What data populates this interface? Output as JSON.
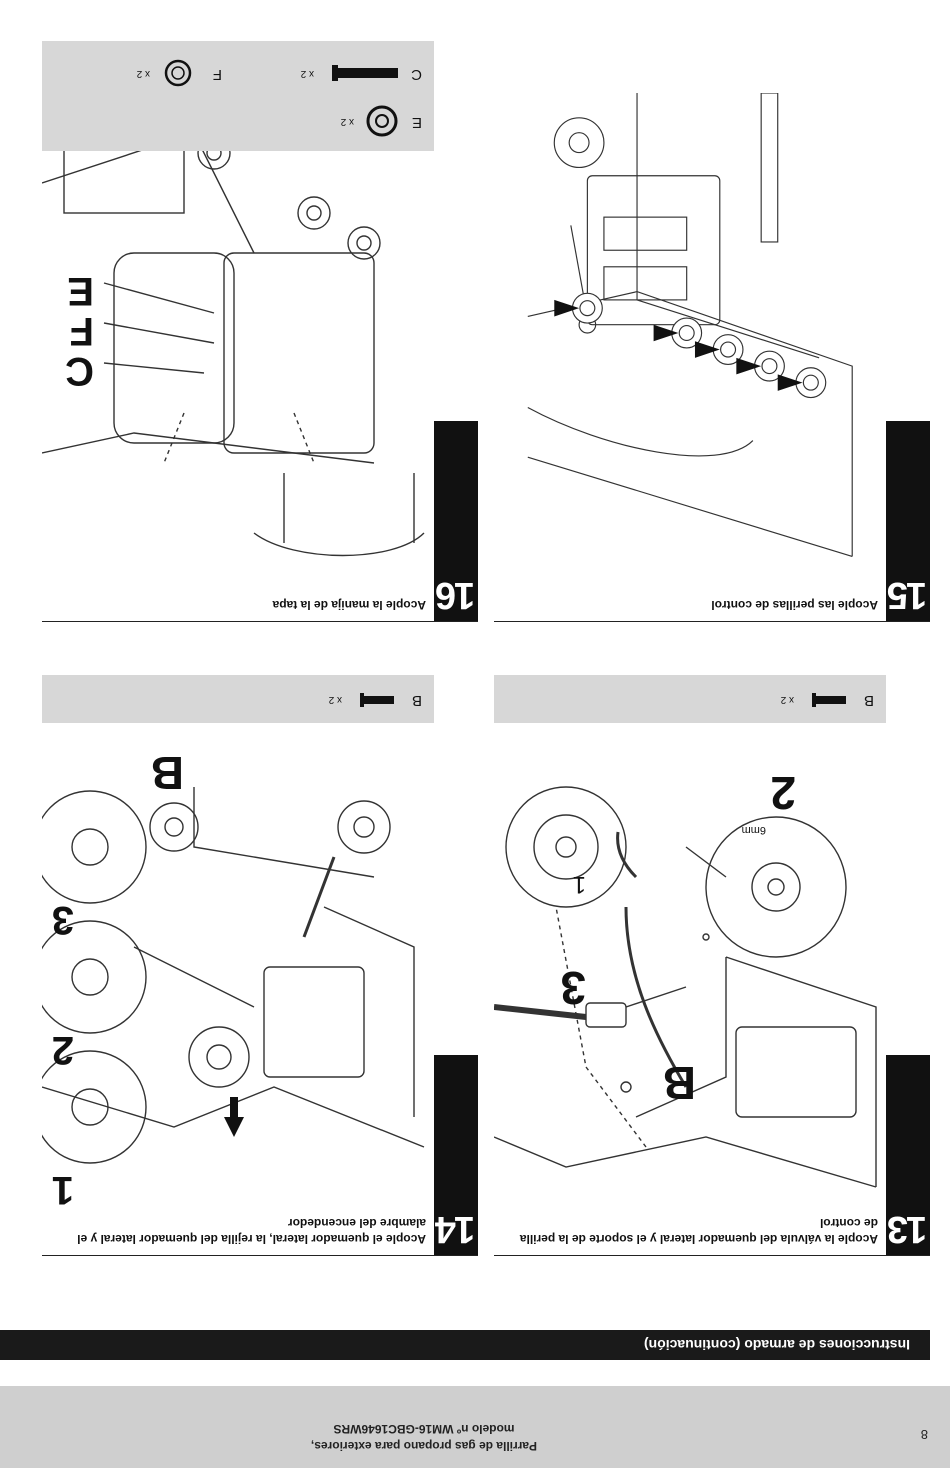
{
  "footer": {
    "page_number": "8",
    "product_line1": "Parrilla de gas propano para exteriores,",
    "product_line2": "modelo nº WM16-GBC1646WRS"
  },
  "section": {
    "title": "Instrucciones de armado (continuación)"
  },
  "steps": [
    {
      "number": "13",
      "caption": "Acople la válvula del quemador lateral y el soporte de la perilla de control",
      "callouts": [
        "1",
        "2",
        "3",
        "B"
      ],
      "wrench_label": "6mm",
      "parts": [
        {
          "letter": "B",
          "qty": "x 2"
        }
      ]
    },
    {
      "number": "14",
      "caption": "Acople el quemador lateral, la rejilla del quemador lateral y el alambre del encendedor",
      "callouts": [
        "1",
        "2",
        "3",
        "B"
      ],
      "parts": [
        {
          "letter": "B",
          "qty": "x 2"
        }
      ]
    },
    {
      "number": "15",
      "caption": "Acople las perillas de control",
      "parts": []
    },
    {
      "number": "16",
      "caption": "Acople la manija de la tapa",
      "callouts": [
        "C",
        "F",
        "E"
      ],
      "parts": [
        {
          "letter": "C",
          "qty": "x 2"
        },
        {
          "letter": "F",
          "qty": "x 2"
        },
        {
          "letter": "E",
          "qty": "x 2"
        }
      ]
    }
  ]
}
